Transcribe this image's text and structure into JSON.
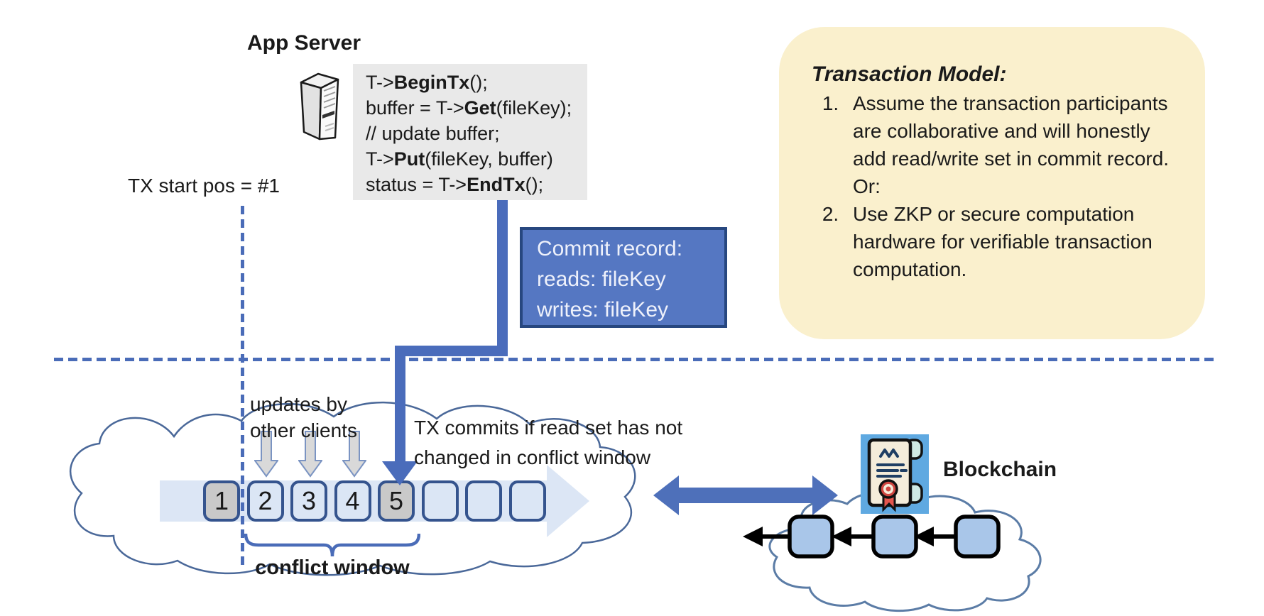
{
  "app_server": {
    "title": "App Server"
  },
  "code_block": {
    "lines": [
      {
        "pre": "T->",
        "bold": "BeginTx",
        "post": "();"
      },
      {
        "pre": "buffer = T->",
        "bold": "Get",
        "post": "(fileKey);"
      },
      {
        "pre": "// update buffer;",
        "bold": "",
        "post": ""
      },
      {
        "pre": "T->",
        "bold": "Put",
        "post": "(fileKey, buffer)"
      },
      {
        "pre": "status = T->",
        "bold": "EndTx",
        "post": "();"
      }
    ]
  },
  "tx_start_label": "TX start pos = #1",
  "commit_record": {
    "line1": "Commit record:",
    "line2": "reads: fileKey",
    "line3": "writes: fileKey"
  },
  "transaction_model": {
    "title": "Transaction Model:",
    "items": [
      "Assume the transaction participants are collaborative and will honestly add read/write set in commit record.  Or:",
      "Use ZKP or secure computation hardware for verifiable transaction computation."
    ]
  },
  "timeline": {
    "updates_label": [
      "updates by",
      "other clients"
    ],
    "commit_note": [
      "TX commits if read set has not",
      "changed in conflict window"
    ],
    "blocks": [
      {
        "label": "1",
        "filled": true
      },
      {
        "label": "2",
        "filled": false
      },
      {
        "label": "3",
        "filled": false
      },
      {
        "label": "4",
        "filled": false
      },
      {
        "label": "5",
        "filled": true
      },
      {
        "label": "",
        "filled": false
      },
      {
        "label": "",
        "filled": false
      },
      {
        "label": "",
        "filled": false
      }
    ],
    "conflict_window_label": "conflict window"
  },
  "blockchain": {
    "label": "Blockchain",
    "chain_block_count": 3
  },
  "colors": {
    "accent_blue": "#4a6cbb",
    "commit_fill": "#5577c2",
    "commit_border": "#27477f",
    "note_yellow": "#faf0cd",
    "block_border": "#35548e",
    "block_light_fill": "#dbe6f5",
    "block_gray_fill": "#c9c9c9",
    "cloud_stroke": "#4a6899",
    "chain_block_fill": "#a9c6e9",
    "pale_arrow": "#dce6f5",
    "code_bg": "#e9e9e9"
  }
}
